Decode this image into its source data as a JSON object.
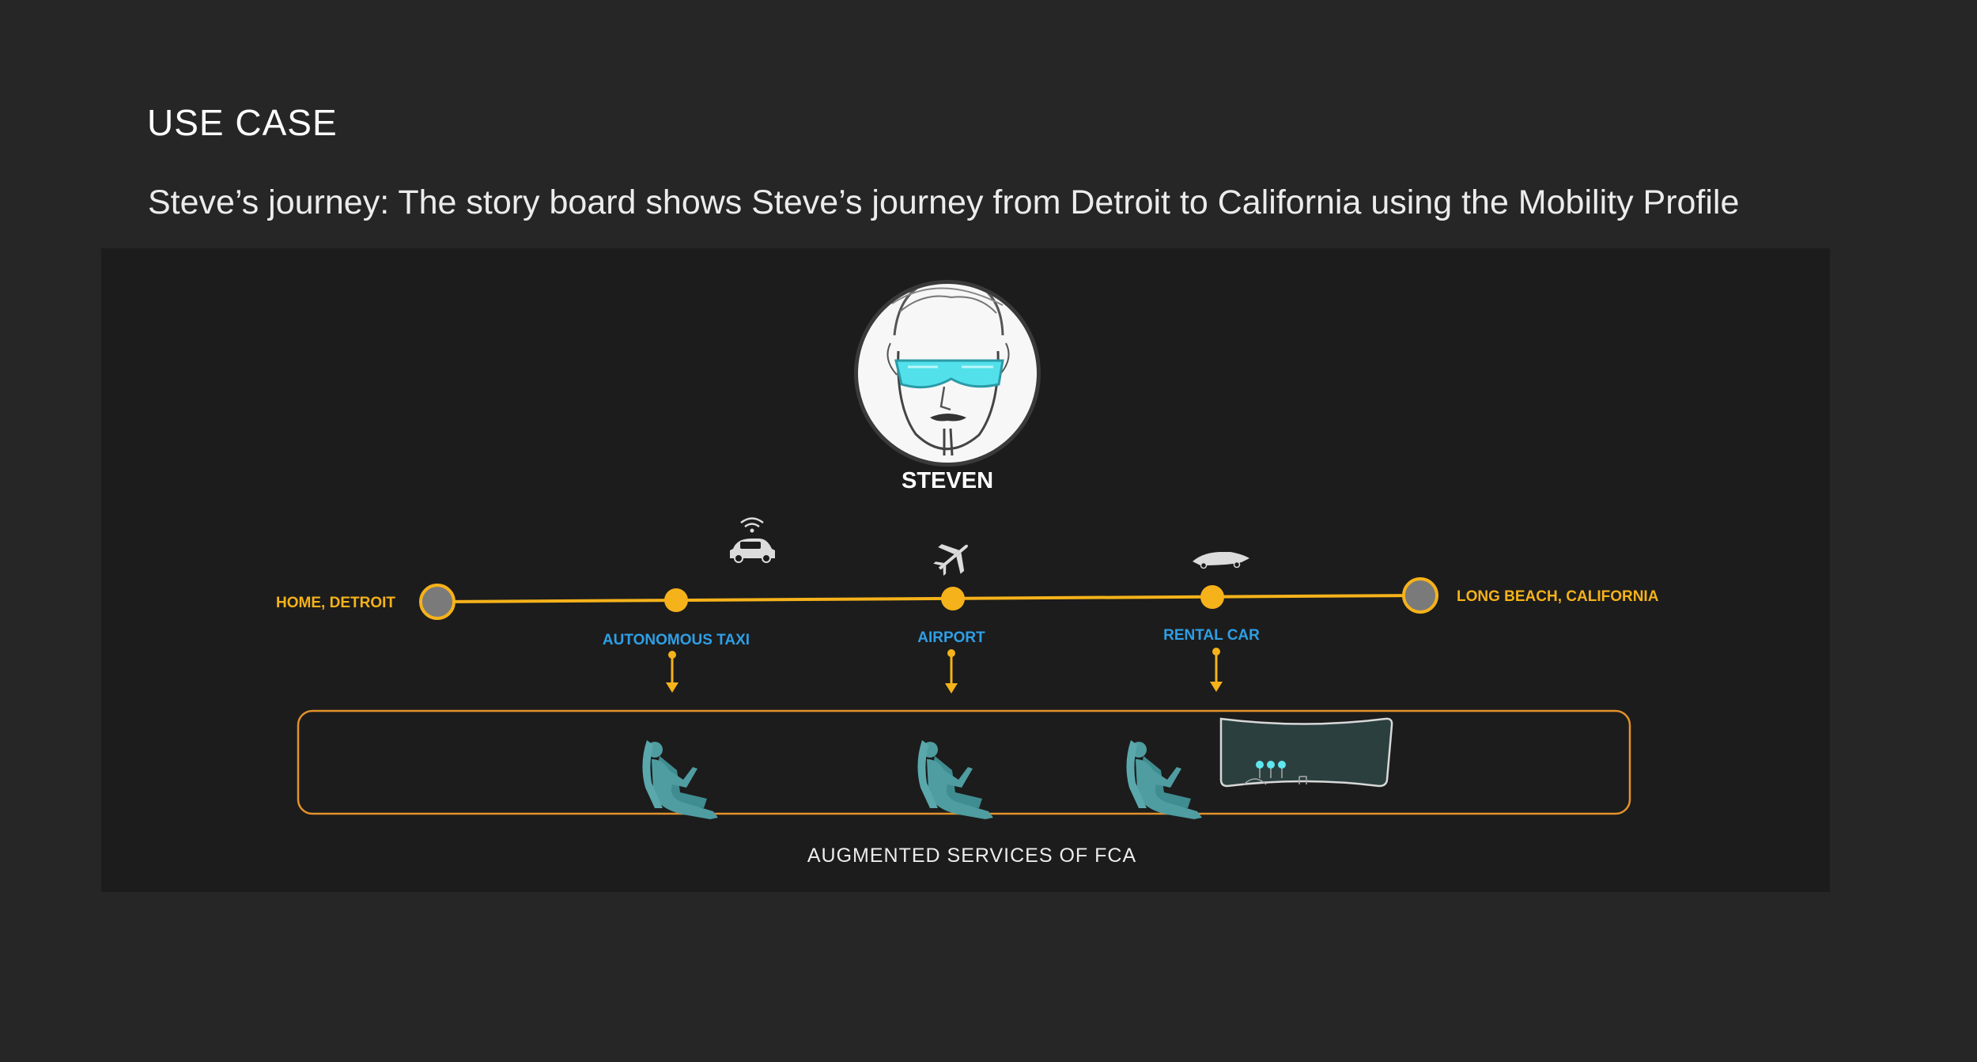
{
  "page": {
    "heading": "USE CASE",
    "subtitle": "Steve’s journey: The story board shows Steve’s journey from Detroit to California using the Mobility Profile"
  },
  "diagram": {
    "person_name": "STEVEN",
    "start_label": "HOME, DETROIT",
    "end_label": "LONG BEACH, CALIFORNIA",
    "stops": [
      {
        "label": "AUTONOMOUS TAXI",
        "icon": "autonomous-taxi-icon"
      },
      {
        "label": "AIRPORT",
        "icon": "airplane-icon"
      },
      {
        "label": "RENTAL CAR",
        "icon": "sports-car-icon"
      }
    ],
    "services_label": "AUGMENTED SERVICES OF FCA",
    "colors": {
      "timeline": "#f5b21a",
      "stop_label": "#2e9fe6",
      "endpoint_fill": "#7a7a7a",
      "passenger": "#4f9da1",
      "box_border": "#e3912b"
    }
  }
}
